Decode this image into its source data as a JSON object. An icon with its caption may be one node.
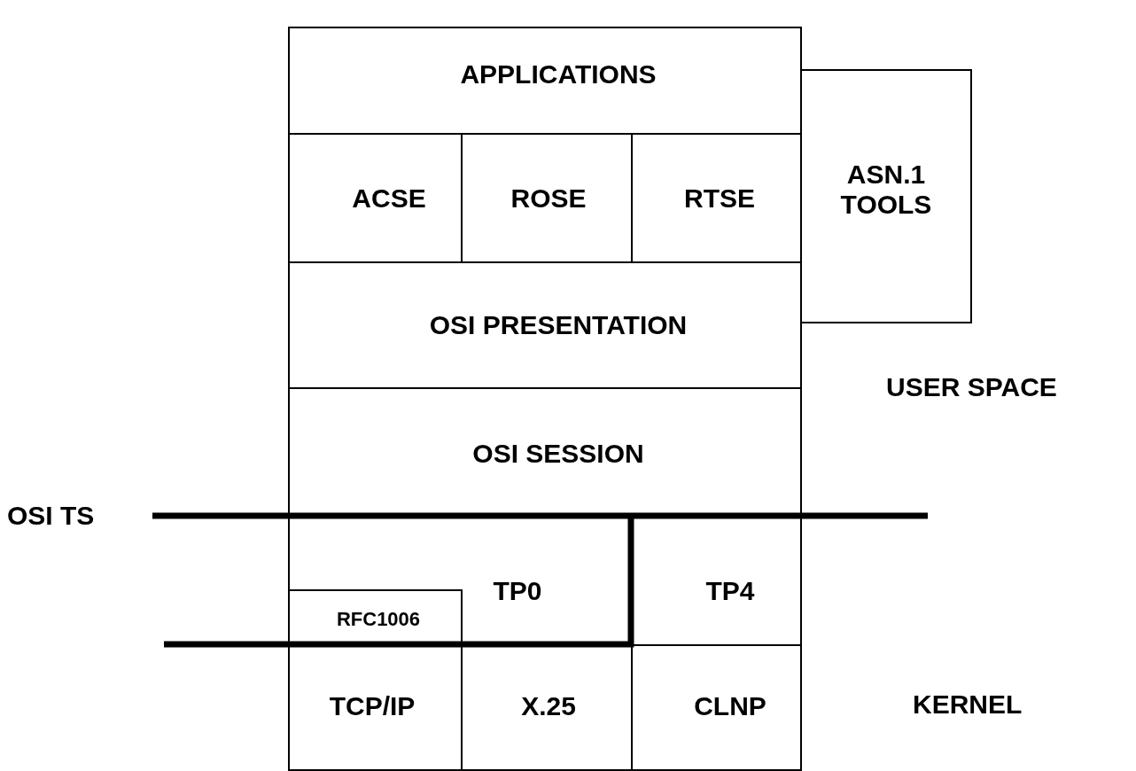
{
  "diagram": {
    "nodes": [
      {
        "text": [
          "APPLICATIONS"
        ]
      },
      {
        "text": [
          "ACSE"
        ]
      },
      {
        "text": [
          "ROSE"
        ]
      },
      {
        "text": [
          "RTSE"
        ]
      },
      {
        "text": [
          "ASN.1 TOOLS"
        ]
      },
      {
        "text": [
          "OSI PRESENTATION"
        ]
      },
      {
        "text": [
          "OSI SESSION"
        ]
      },
      {
        "text": [
          "TP0"
        ]
      },
      {
        "text": [
          "RFC1006"
        ],
        "in": 7
      },
      {
        "text": [
          "TP4"
        ]
      },
      {
        "text": [
          "TCP/IP"
        ]
      },
      {
        "text": [
          "X.25"
        ]
      },
      {
        "text": [
          "CLNP"
        ]
      }
    ],
    "edges": [],
    "labels": [
      "OSI TS",
      "USER SPACE",
      "KERNEL"
    ]
  }
}
